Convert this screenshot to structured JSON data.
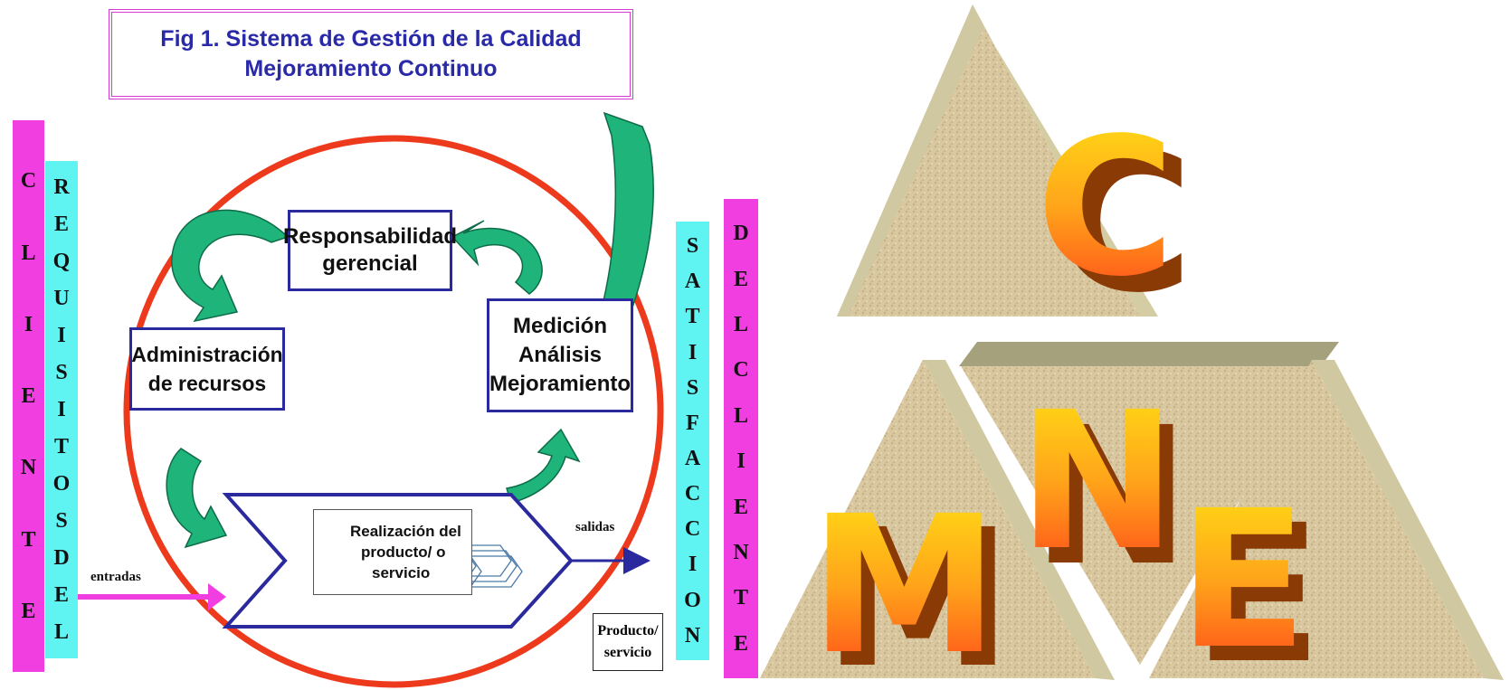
{
  "title": {
    "line1": "Fig 1. Sistema de Gestión de la Calidad",
    "line2": "Mejoramiento Continuo"
  },
  "bands": {
    "cliente": [
      "C",
      "L",
      "I",
      "E",
      "N",
      "T",
      "E"
    ],
    "requisitos": [
      "R",
      "E",
      "Q",
      "U",
      "I",
      "S",
      "I",
      "T",
      "O",
      "S",
      " ",
      "D",
      "E",
      "L"
    ],
    "satisfaccion": [
      "S",
      "A",
      "T",
      "I",
      "S",
      "F",
      "A",
      "C",
      "C",
      "I",
      "O",
      "N"
    ],
    "delcliente": [
      "D",
      "E",
      "L",
      " ",
      "C",
      "L",
      "I",
      "E",
      "N",
      "T",
      "E"
    ]
  },
  "process": {
    "responsabilidad": [
      "Responsabilidad",
      "gerencial"
    ],
    "administracion": [
      "Administración",
      "de recursos"
    ],
    "medicion": [
      "Medición",
      "Análisis",
      "Mejoramiento"
    ],
    "realizacion": [
      "Realización del",
      "producto/ o",
      "servicio"
    ],
    "producto": [
      "Producto/",
      "servicio"
    ]
  },
  "labels": {
    "entradas": "entradas",
    "salidas": "salidas"
  },
  "logo_letters": {
    "top": "C",
    "left": "M",
    "center": "N",
    "right": "E"
  },
  "colors": {
    "circle": "#ee3a1c",
    "arrow_green": "#1fb57a",
    "box_border": "#2a2a9e",
    "band_magenta": "#f03ee0",
    "band_cyan": "#5ff4f2",
    "title_text": "#2a2aa8"
  }
}
